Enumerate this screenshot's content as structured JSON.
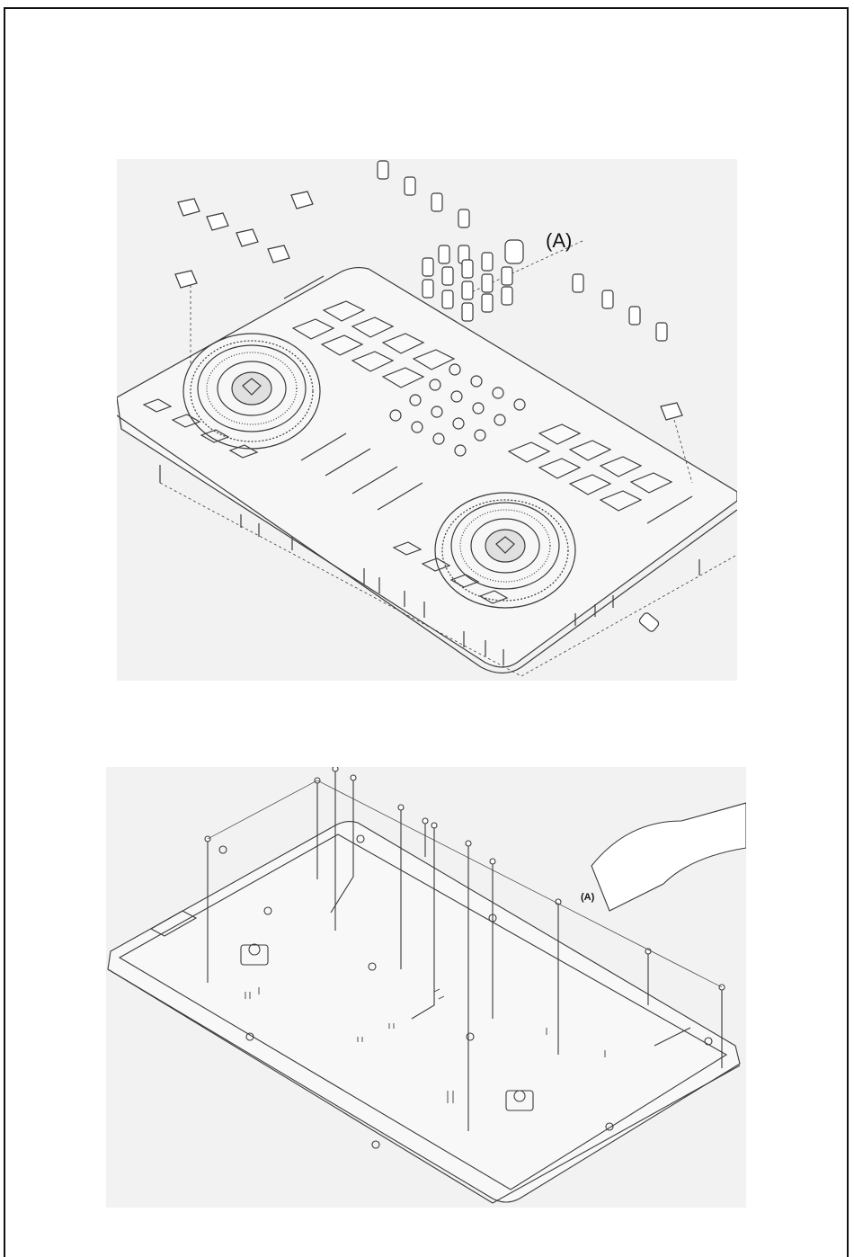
{
  "figures": [
    {
      "id": "controller-top-exploded",
      "callout": "(A)"
    },
    {
      "id": "controller-bottom-case-exploded",
      "callout": "(A)"
    }
  ],
  "colors": {
    "background": "#ffffff",
    "panel": "#f2f2f2",
    "line": "#3a3a3a",
    "frame": "#111111"
  }
}
